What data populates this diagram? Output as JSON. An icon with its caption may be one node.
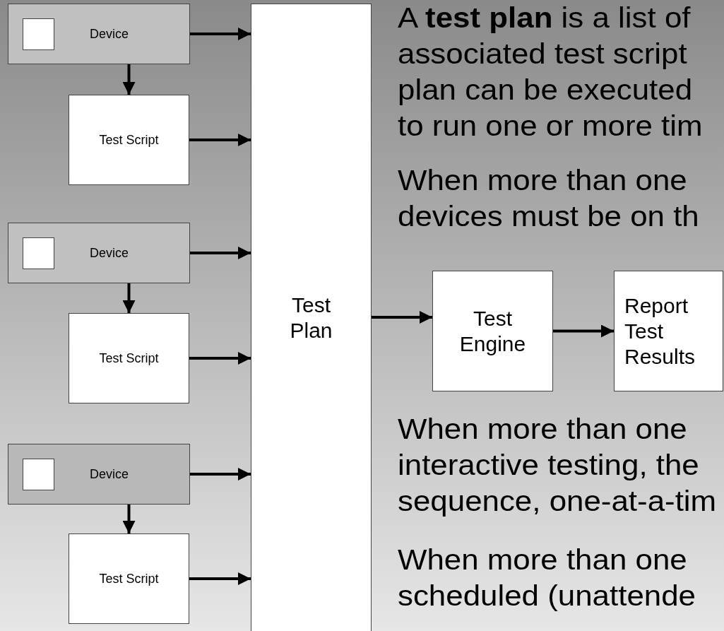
{
  "diagram": {
    "nodes": [
      {
        "text": [
          "Device"
        ]
      },
      {
        "text": [
          "Test Script"
        ]
      },
      {
        "text": [
          "Device"
        ]
      },
      {
        "text": [
          "Test Script"
        ]
      },
      {
        "text": [
          "Device"
        ]
      },
      {
        "text": [
          "Test Script"
        ]
      },
      {
        "text": [
          "Test Plan"
        ]
      },
      {
        "text": [
          "Test Engine"
        ]
      },
      {
        "text": [
          "Report Test Results"
        ]
      }
    ],
    "edges": [
      {
        "from": 0,
        "to": 6,
        "arrow": "to"
      },
      {
        "from": 0,
        "to": 1,
        "arrow": "to"
      },
      {
        "from": 1,
        "to": 6,
        "arrow": "to"
      },
      {
        "from": 2,
        "to": 6,
        "arrow": "to"
      },
      {
        "from": 2,
        "to": 3,
        "arrow": "to"
      },
      {
        "from": 3,
        "to": 6,
        "arrow": "to"
      },
      {
        "from": 4,
        "to": 6,
        "arrow": "to"
      },
      {
        "from": 4,
        "to": 5,
        "arrow": "to"
      },
      {
        "from": 5,
        "to": 6,
        "arrow": "to"
      },
      {
        "from": 6,
        "to": 7,
        "arrow": "to"
      },
      {
        "from": 7,
        "to": 8,
        "arrow": "to"
      }
    ],
    "labels": [
      "A **test plan** is a list of associated test script plan can be executed to run one or more tim",
      "When more than one devices must be on th",
      "When more than one interactive testing, the sequence, one-at-a-tim",
      "When more than one scheduled (unattende"
    ]
  }
}
